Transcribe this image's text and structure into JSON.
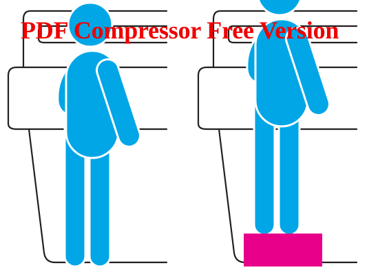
{
  "watermark": {
    "text": "PDF Compressor Free Version",
    "color": "#ef0000"
  },
  "colors": {
    "figure": "#00a6e6",
    "outline": "#ffffff",
    "block": "#e8008a",
    "seat_stroke": "#231f20"
  },
  "panels": [
    {
      "name": "left-panel",
      "figure": "standing-person-icon",
      "has_step": false
    },
    {
      "name": "right-panel",
      "figure": "standing-person-on-step-icon",
      "has_step": true
    }
  ]
}
